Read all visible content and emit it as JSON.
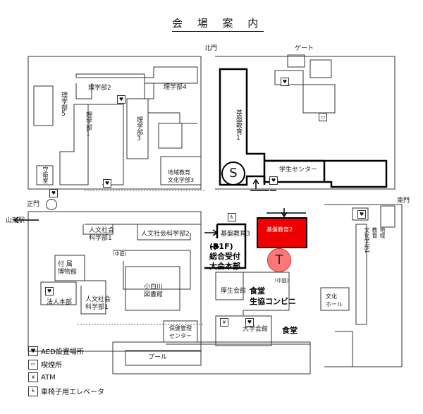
{
  "title": "会 場 案 内",
  "gates": {
    "north": "北門",
    "gate": "ゲート",
    "main": "正門",
    "east": "東門",
    "station": "山形駅"
  },
  "buildings": {
    "rigakubu2": "理学部2",
    "rigakubu4": "理学部4",
    "rigakubu5": "理学部5",
    "rigakubu1": "理学部1",
    "rigakubu3": "理学部3",
    "shueishitsu": "守衛室",
    "chiiki_bunka3": "地域教育\n文化学部3",
    "kiban1": "基盤教育1",
    "gakusei": "学生センター",
    "jinbun_kagaku1a": "人文社会\n科学部1",
    "jinbun_kagaku2": "人文社会科学部2",
    "kiban3": "基盤教育3",
    "kiban2": "基盤教育2",
    "chiiki_bunka1": "地域\n教育\n文化学部1",
    "nakaniwa1": "(中庭)",
    "fuzoku": "付 属\n博物館",
    "kojirakawa": "小白川\n図書館",
    "hojinhonbu": "法人本部",
    "jinbun_kagaku1b": "人文社会\n科学部1",
    "koseikaikan": "厚生会館",
    "nakaniwa2": "(中庭)",
    "bunka_hall": "文化\nホール",
    "hoken": "保健管理\nセンター",
    "daigaku_kaikan": "大学会館",
    "pool": "プール"
  },
  "labels": {
    "b1f": "(B1F)",
    "uketsuke": "総合受付",
    "honbu": "大会本部",
    "shokudo1": "食堂",
    "combini": "生協コンビニ",
    "shokudo2": "食堂",
    "s_mark": "S",
    "t_mark": "T"
  },
  "icons": {
    "aed": "heart-icon",
    "smoking": "smoking-icon",
    "atm": "yen-icon",
    "elevator": "wheelchair-icon"
  },
  "legend": [
    {
      "icon": "♥",
      "label": "AED設置場所"
    },
    {
      "icon": "▭",
      "label": "喫煙所"
    },
    {
      "icon": "¥",
      "label": "ATM"
    },
    {
      "icon": "♿",
      "label": "車椅子用エレベータ"
    }
  ],
  "colors": {
    "highlight": "#e00000",
    "marker_t": "#f77777"
  }
}
